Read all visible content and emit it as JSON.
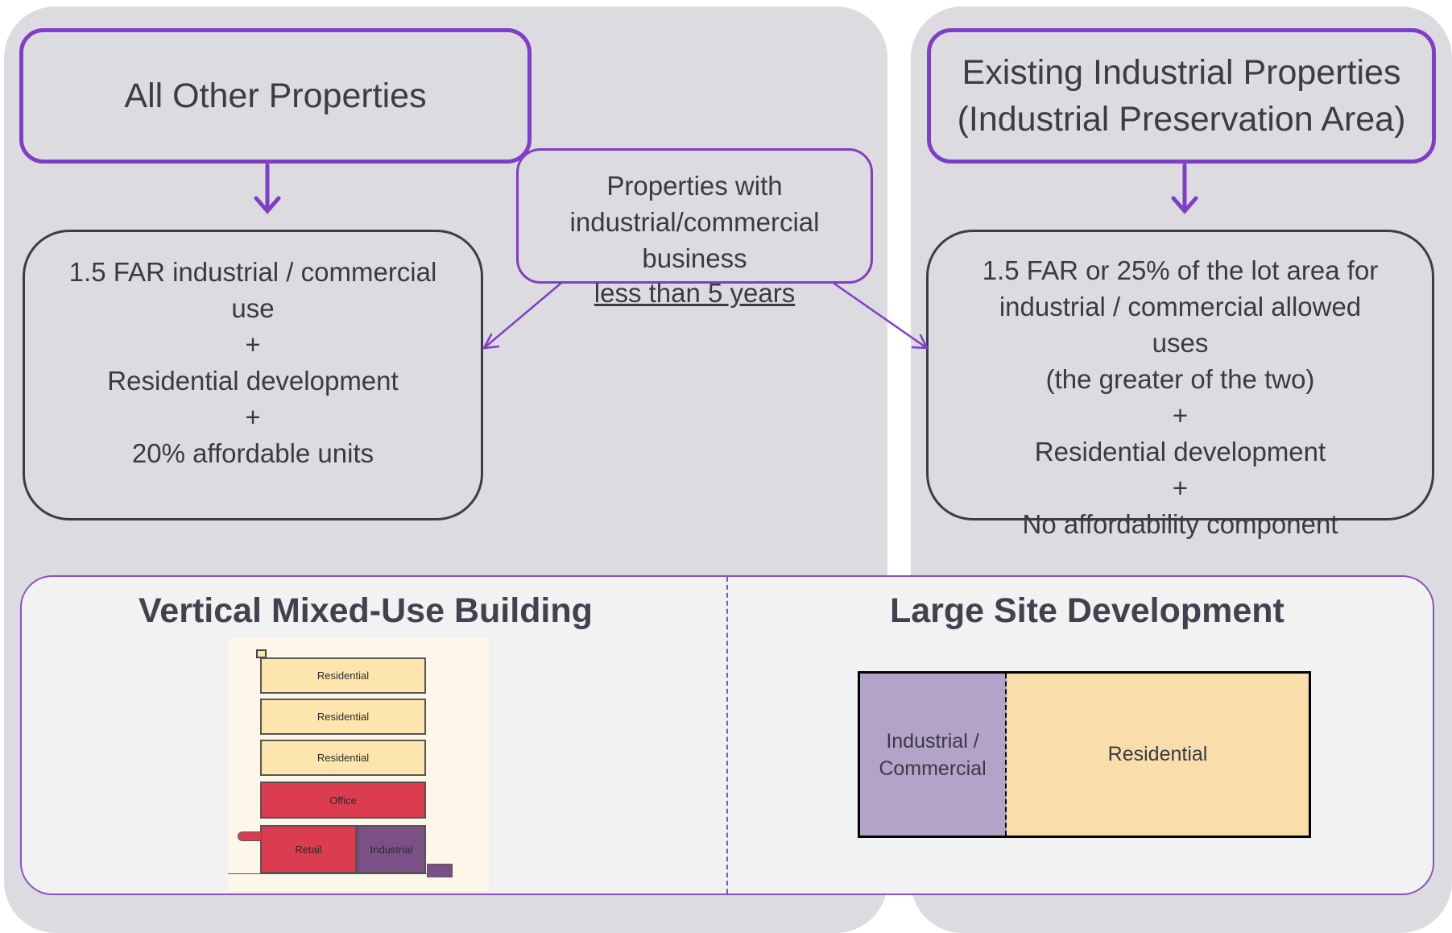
{
  "left_panel": {
    "header": "All Other Properties",
    "rule_lines": [
      "1.5 FAR industrial / commercial",
      "use",
      "+",
      "Residential development",
      "+",
      "20% affordable units"
    ]
  },
  "middle_box": {
    "lines": [
      "Properties with",
      "industrial/commercial",
      "business"
    ],
    "underlined": "less than 5 years"
  },
  "right_panel": {
    "header_lines": [
      "Existing Industrial Properties",
      "(Industrial Preservation Area)"
    ],
    "rule_lines": [
      "1.5 FAR or 25% of the lot area for",
      "industrial / commercial allowed",
      "uses",
      "(the greater of the two)",
      "+",
      "Residential development",
      "+",
      "No affordability component"
    ]
  },
  "bottom": {
    "vertical_title": "Vertical Mixed-Use Building",
    "large_title": "Large Site Development",
    "building_floors": [
      "Residential",
      "Residential",
      "Residential",
      "Office",
      "Retail",
      "Industrial"
    ],
    "site_left_lines": [
      "Industrial /",
      "Commercial"
    ],
    "site_right": "Residential"
  },
  "colors": {
    "accent_purple": "#7f3ec8",
    "panel_gray": "#dcdbdf",
    "residential_yellow": "#fde6ae",
    "office_red": "#dc3c50",
    "industrial_purple": "#7a5087",
    "site_purple": "#b4a3c8",
    "site_yellow": "#f9ddab"
  }
}
